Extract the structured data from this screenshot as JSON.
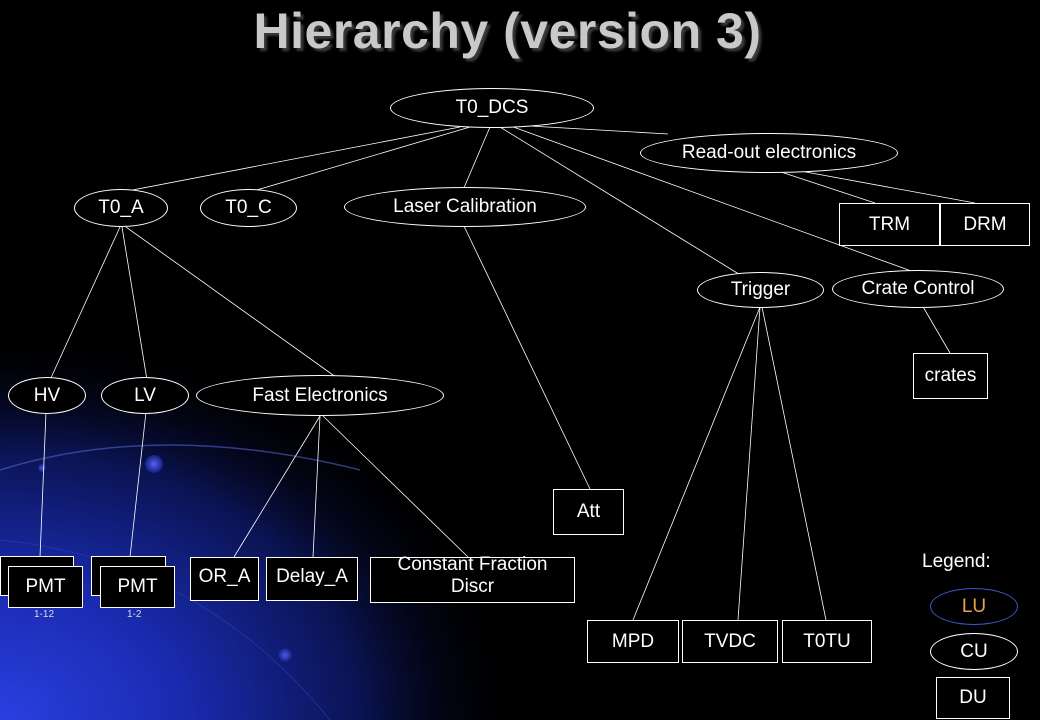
{
  "title": "Hierarchy (version 3)",
  "nodes": {
    "t0_dcs": "T0_DCS",
    "readout": "Read-out electronics",
    "t0_a": "T0_A",
    "t0_c": "T0_C",
    "laser": "Laser Calibration",
    "trm": "TRM",
    "drm": "DRM",
    "trigger": "Trigger",
    "crate_control": "Crate Control",
    "crates": "crates",
    "hv": "HV",
    "lv": "LV",
    "fast_electronics": "Fast Electronics",
    "att": "Att",
    "pmt_hv": "PMT",
    "pmt_hv_sub": "1-12",
    "pmt_lv": "PMT",
    "pmt_lv_sub": "1-2",
    "or_a": "OR_A",
    "delay_a": "Delay_A",
    "cfd": "Constant Fraction Discr",
    "mpd": "MPD",
    "tvdc": "TVDC",
    "t0tu": "T0TU"
  },
  "legend": {
    "title": "Legend:",
    "lu": "LU",
    "cu": "CU",
    "du": "DU"
  },
  "colors": {
    "background": "#000000",
    "node_border": "#ffffff",
    "lu_text": "#e8a34e",
    "lu_border": "#3a56c8"
  }
}
